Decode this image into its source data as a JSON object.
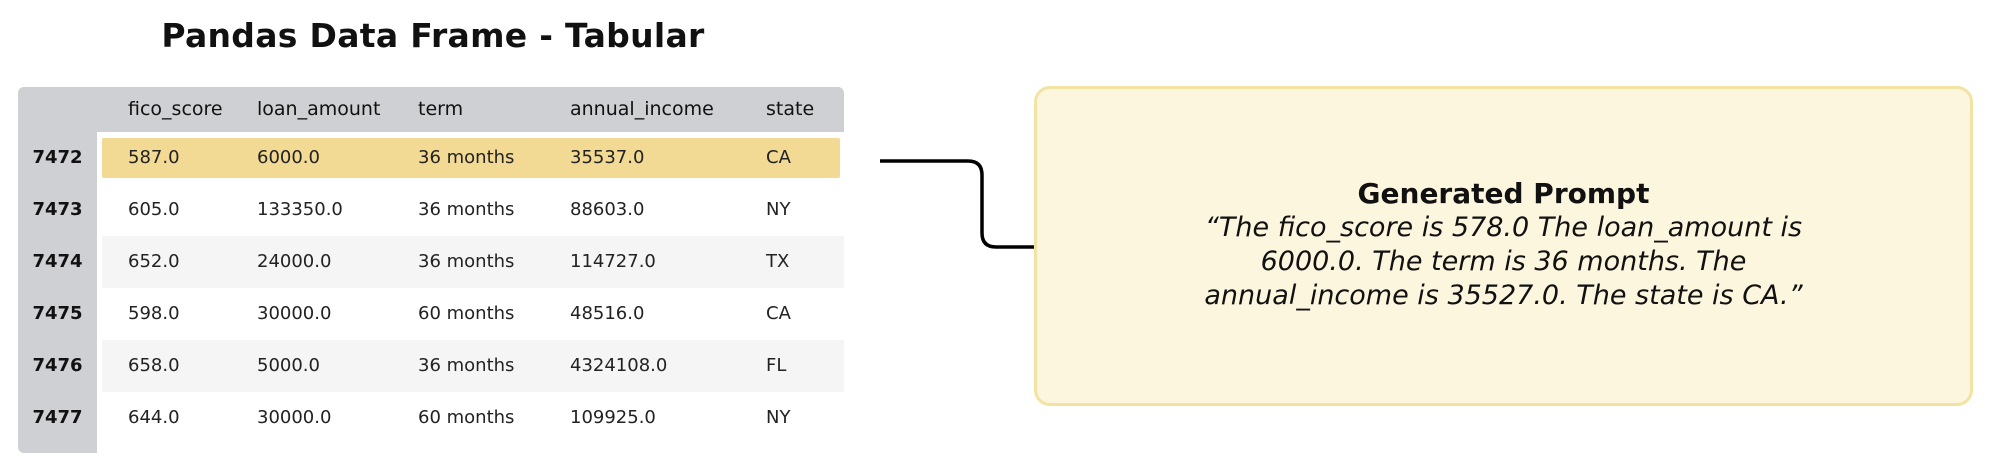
{
  "title": "Pandas Data Frame - Tabular",
  "table": {
    "columns": [
      "fico_score",
      "loan_amount",
      "term",
      "annual_income",
      "state"
    ],
    "rows": [
      {
        "index": "7472",
        "cells": [
          "587.0",
          "6000.0",
          "36 months",
          "35537.0",
          "CA"
        ],
        "highlighted": true
      },
      {
        "index": "7473",
        "cells": [
          "605.0",
          "133350.0",
          "36 months",
          "88603.0",
          "NY"
        ]
      },
      {
        "index": "7474",
        "cells": [
          "652.0",
          "24000.0",
          "36 months",
          "114727.0",
          "TX"
        ]
      },
      {
        "index": "7475",
        "cells": [
          "598.0",
          "30000.0",
          "60 months",
          "48516.0",
          "CA"
        ]
      },
      {
        "index": "7476",
        "cells": [
          "658.0",
          "5000.0",
          "36 months",
          "4324108.0",
          "FL"
        ]
      },
      {
        "index": "7477",
        "cells": [
          "644.0",
          "30000.0",
          "60 months",
          "109925.0",
          "NY"
        ]
      }
    ]
  },
  "prompt": {
    "heading": "Generated Prompt",
    "text": "“The fico_score is 578.0 The loan_amount is 6000.0. The term is 36 months. The annual_income is 35527.0. The state is CA.”"
  },
  "colors": {
    "header_bg": "#cfd0d4",
    "highlight_row": "#f2d994",
    "prompt_box_bg": "#fdf6df",
    "prompt_box_border": "#f3e3a3",
    "arrow": "#000000"
  },
  "icons": {
    "connector": "arrow-right-icon"
  }
}
